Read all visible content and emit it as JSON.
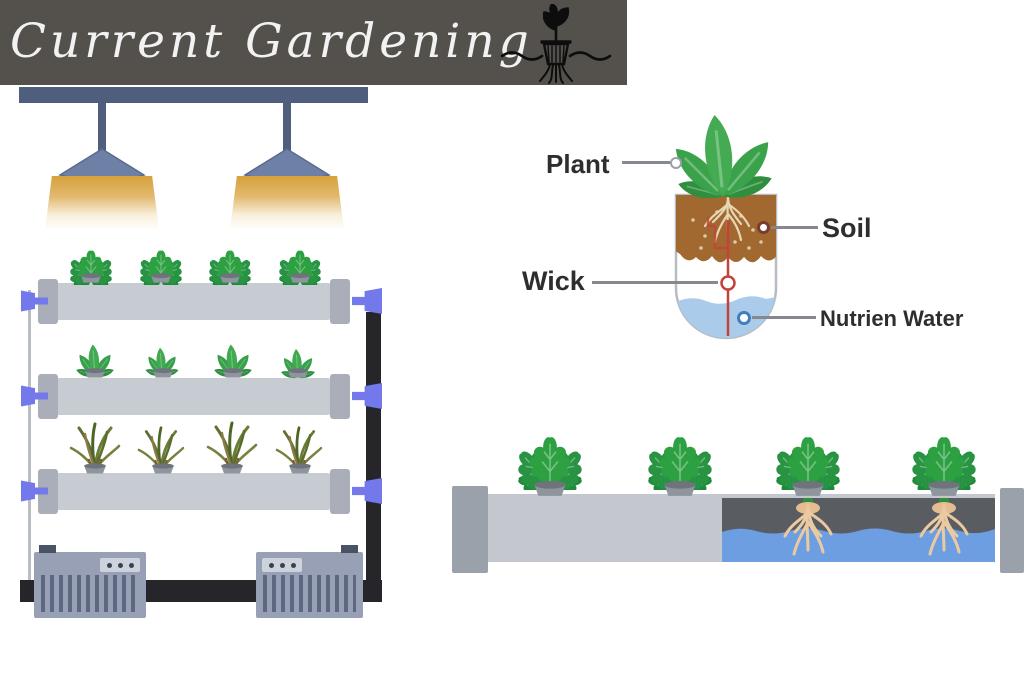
{
  "header": {
    "title": "Current Gardening",
    "logo_icon": "plant-pot-logo"
  },
  "wick_diagram": {
    "labels": {
      "plant": "Plant",
      "soil": "Soil",
      "wick": "Wick",
      "nutrient_water": "Nutrien Water"
    }
  },
  "icons": {
    "plant-pot-logo": "black line-art plant in pot with roots",
    "grow-lamp-icon": "hanging lamp with amber light beam",
    "kale-plant-icon": "leafy green plant",
    "sprout-plant-icon": "smooth oval-leaf seedling",
    "grass-plant-icon": "grassy chive tuft",
    "net-pot-icon": "small gray net pot",
    "roots-icon": "tan root bundle"
  },
  "colors": {
    "header_bg": "#54514c",
    "header_text": "#f2f2f2",
    "ceiling_bar": "#4e5e7c",
    "lamp_shade": "#6e80a6",
    "lamp_light": "#d7a13c",
    "pipe_gray": "#c7cbd2",
    "pipe_cap": "#a9aeb8",
    "connector_purple": "#7378ea",
    "return_pipe_black": "#26262a",
    "pump_body": "#97a0b4",
    "leaf_green": "#2f9e41",
    "grass_olive": "#6b7c36",
    "soil_brown": "#a1682f",
    "wick_red": "#c2423c",
    "water_light": "#aacbea",
    "water_deep": "#6d9ee1",
    "roots_tan": "#ebcaa2",
    "label_text": "#2e2e2e"
  }
}
